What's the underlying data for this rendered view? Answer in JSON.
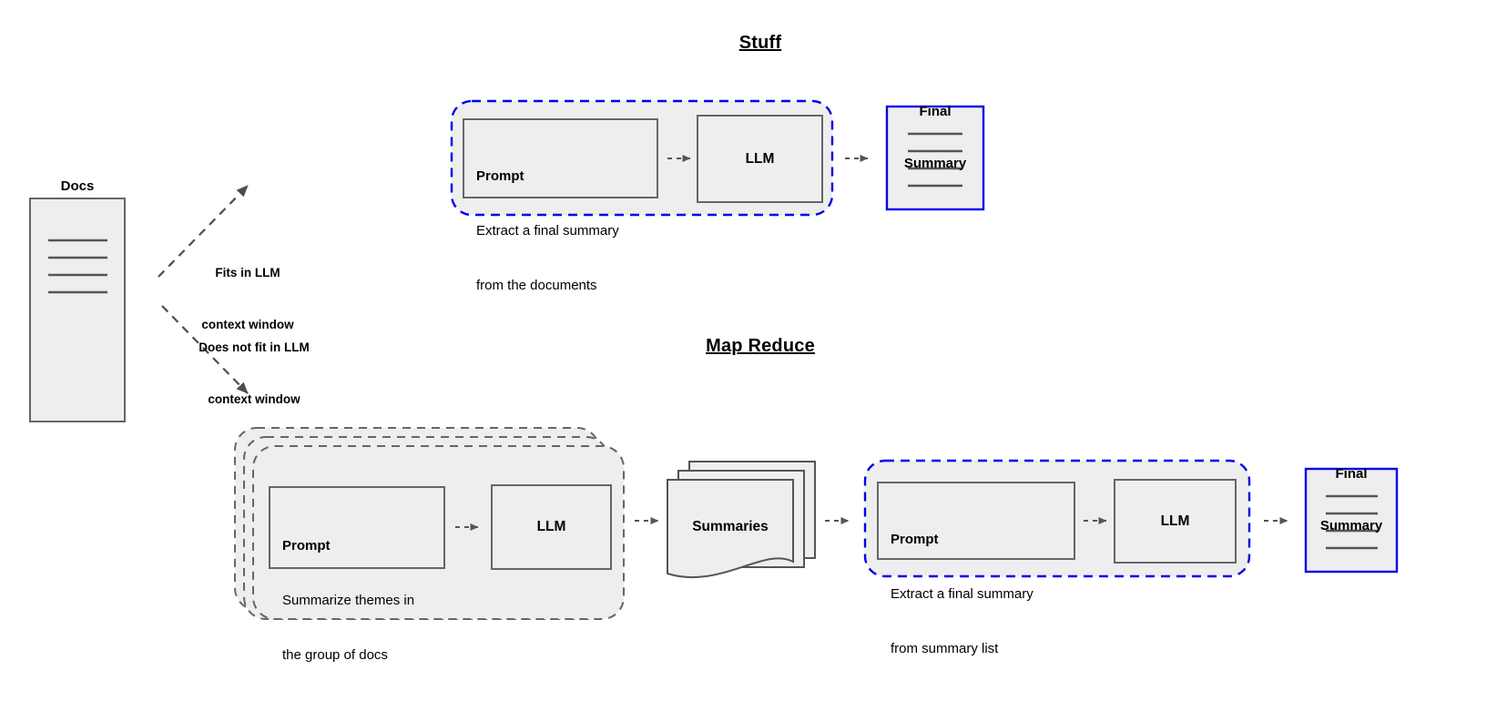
{
  "diagram": {
    "title_stuff": "Stuff",
    "title_mapreduce": "Map Reduce",
    "colors": {
      "fill_gray": "#eeeeee",
      "stroke_gray": "#666666",
      "dashed_blue": "#0000ee",
      "dashed_gray": "#666666",
      "arrow_gray": "#555555",
      "text": "#000000"
    }
  },
  "docs": {
    "label": "Docs"
  },
  "branches": {
    "fits": "Fits in LLM\ncontext window",
    "fits_line1": "Fits in LLM",
    "fits_line2": "context window",
    "not_fits_line1": "Does not fit in LLM",
    "not_fits_line2": "context window"
  },
  "stuff": {
    "prompt": {
      "title": "Prompt",
      "body_line1": "Extract a final summary",
      "body_line2": "from the documents"
    },
    "llm": "LLM",
    "final_summary_line1": "Final",
    "final_summary_line2": "Summary"
  },
  "mapreduce": {
    "map_prompt": {
      "title": "Prompt",
      "body_line1": "Summarize themes in",
      "body_line2": "the group of docs"
    },
    "map_llm": "LLM",
    "summaries": "Summaries",
    "reduce_prompt": {
      "title": "Prompt",
      "body_line1": "Extract a final summary",
      "body_line2": "from summary list"
    },
    "reduce_llm": "LLM",
    "final_summary_line1": "Final",
    "final_summary_line2": "Summary"
  }
}
